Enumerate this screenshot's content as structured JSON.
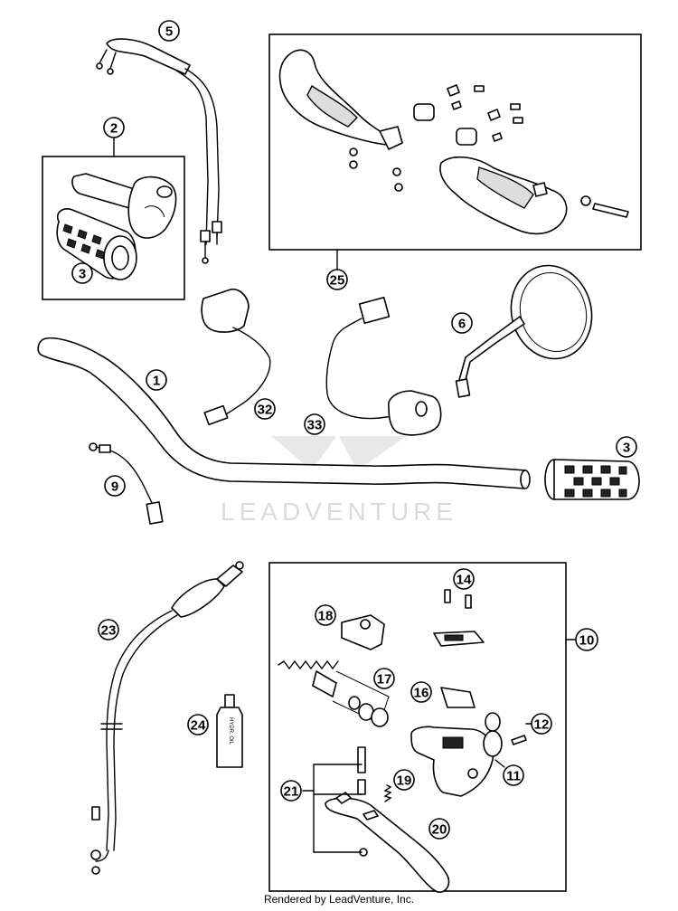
{
  "watermark": "LEADVENTURE",
  "footer": "Rendered by LeadVenture, Inc.",
  "callouts": [
    "1",
    "2",
    "3",
    "3",
    "5",
    "6",
    "9",
    "10",
    "11",
    "12",
    "14",
    "16",
    "17",
    "18",
    "19",
    "20",
    "21",
    "23",
    "24",
    "25",
    "32",
    "33"
  ],
  "bottle_label": "HYDR. OIL"
}
